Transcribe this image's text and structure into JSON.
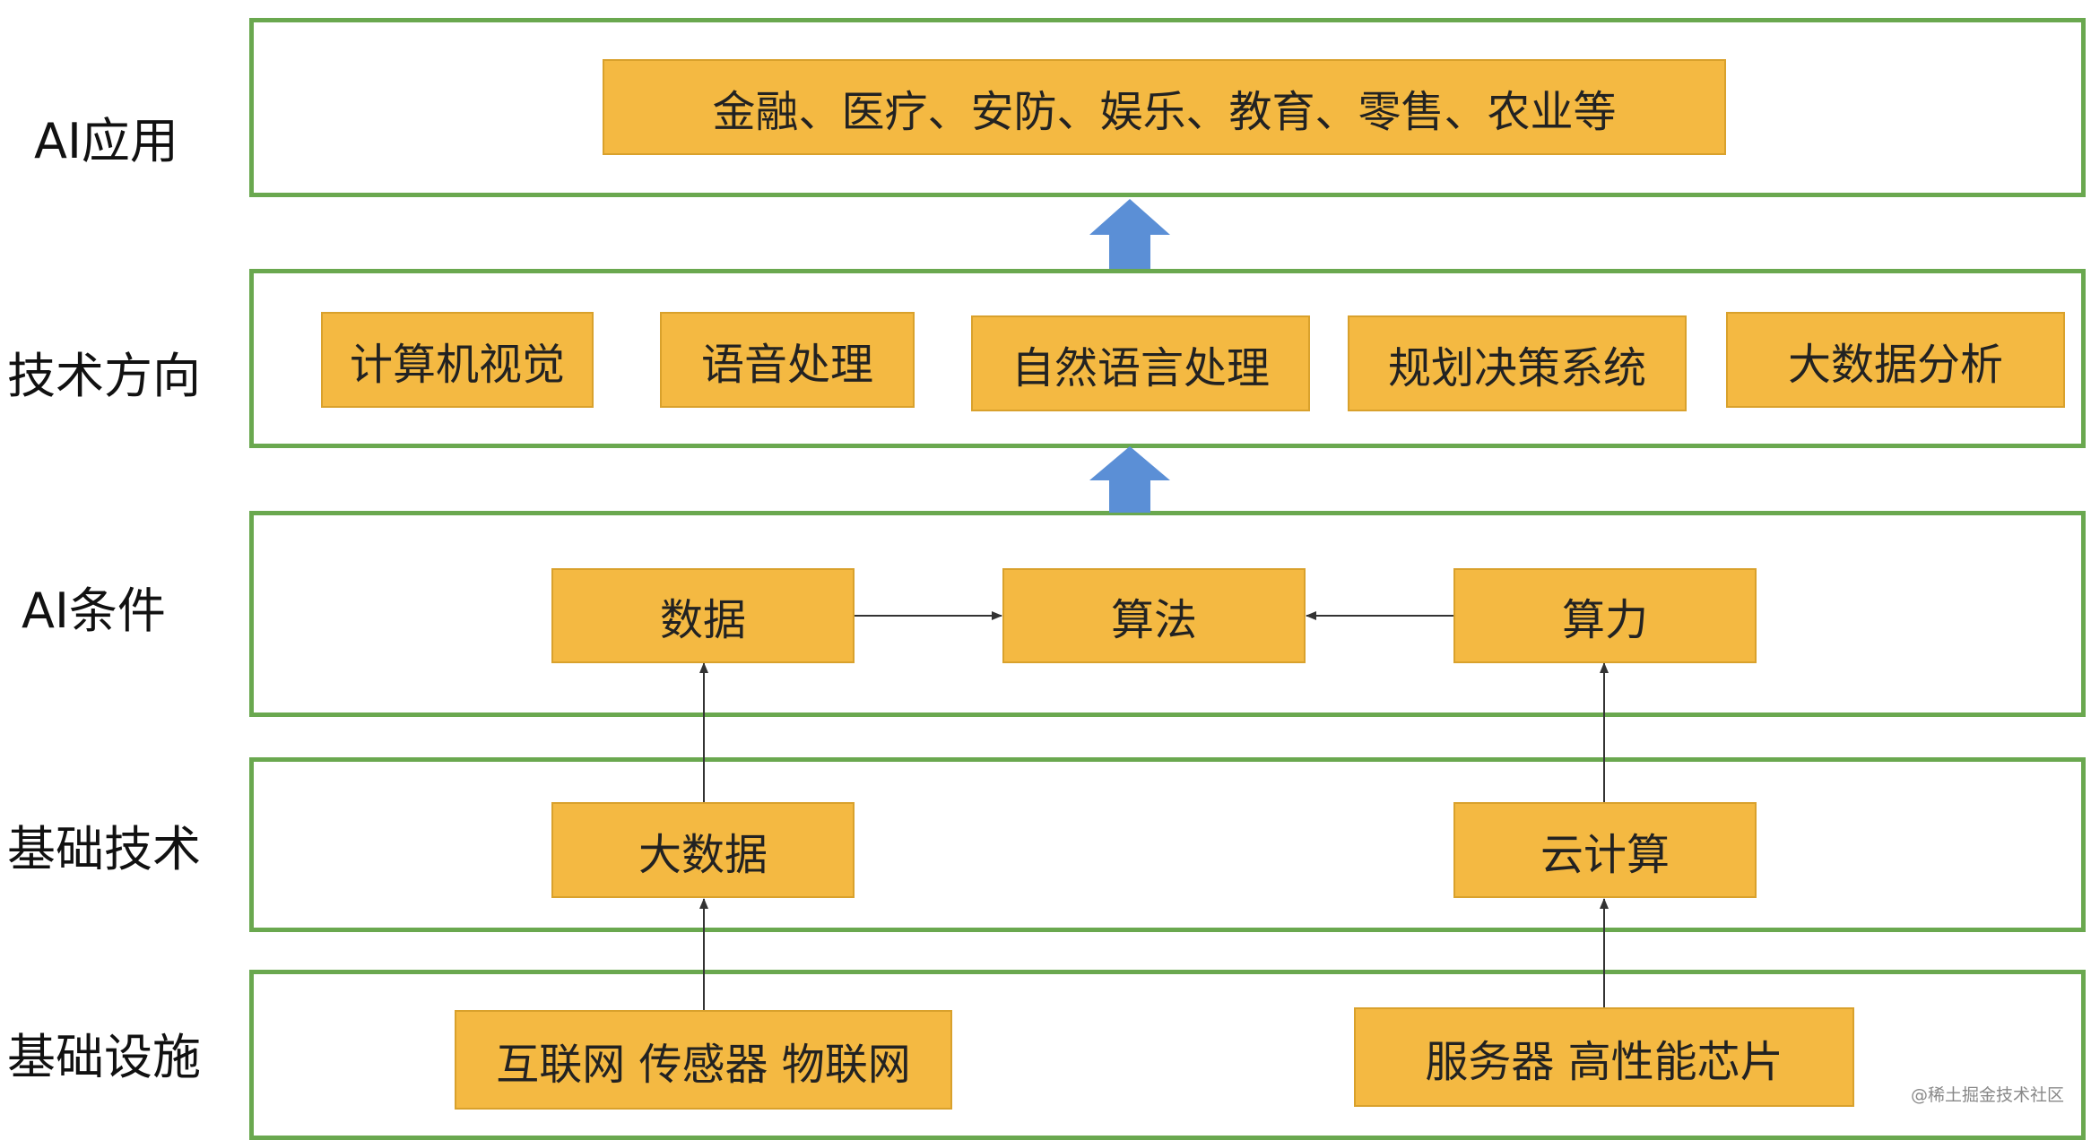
{
  "colors": {
    "layer_border": "#6aa84f",
    "box_fill": "#f4b942",
    "big_arrow": "#5b8fd6",
    "connector": "#333333"
  },
  "layers": {
    "application": {
      "label": "AI应用",
      "items": [
        "金融、医疗、安防、娱乐、教育、零售、农业等"
      ]
    },
    "direction": {
      "label": "技术方向",
      "items": [
        "计算机视觉",
        "语音处理",
        "自然语言处理",
        "规划决策系统",
        "大数据分析"
      ]
    },
    "conditions": {
      "label": "AI条件",
      "items": [
        "数据",
        "算法",
        "算力"
      ]
    },
    "foundation_tech": {
      "label": "基础技术",
      "items": [
        "大数据",
        "云计算"
      ]
    },
    "infrastructure": {
      "label": "基础设施",
      "items": [
        "互联网 传感器 物联网",
        "服务器 高性能芯片"
      ]
    }
  },
  "watermark": "@稀土掘金技术社区"
}
